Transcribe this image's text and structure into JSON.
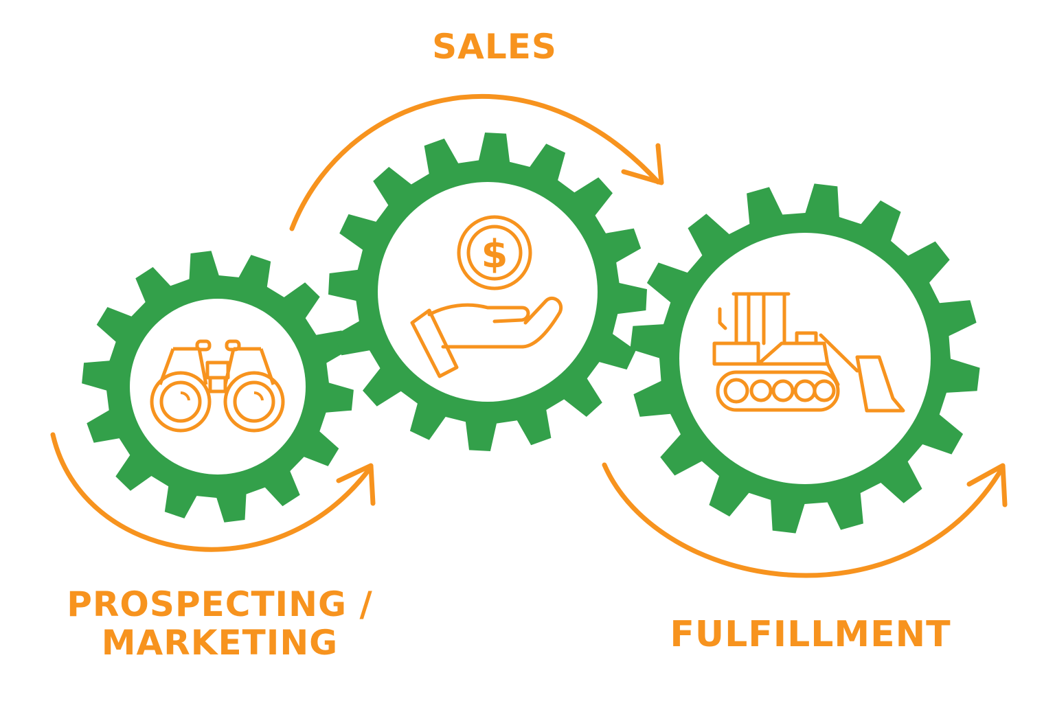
{
  "colors": {
    "gear_green": "#33a04a",
    "accent_orange": "#f7931e",
    "background": "#ffffff"
  },
  "stages": [
    {
      "label": "PROSPECTING /\nMARKETING",
      "icon": "binoculars-icon"
    },
    {
      "label": "SALES",
      "icon": "hand-holding-dollar-icon",
      "icon_text": "$"
    },
    {
      "label": "FULFILLMENT",
      "icon": "bulldozer-icon"
    }
  ],
  "arrows": [
    "curved-arrow-prospecting-to-sales",
    "curved-arrow-sales-to-fulfillment",
    "curved-arrow-fulfillment-out"
  ]
}
